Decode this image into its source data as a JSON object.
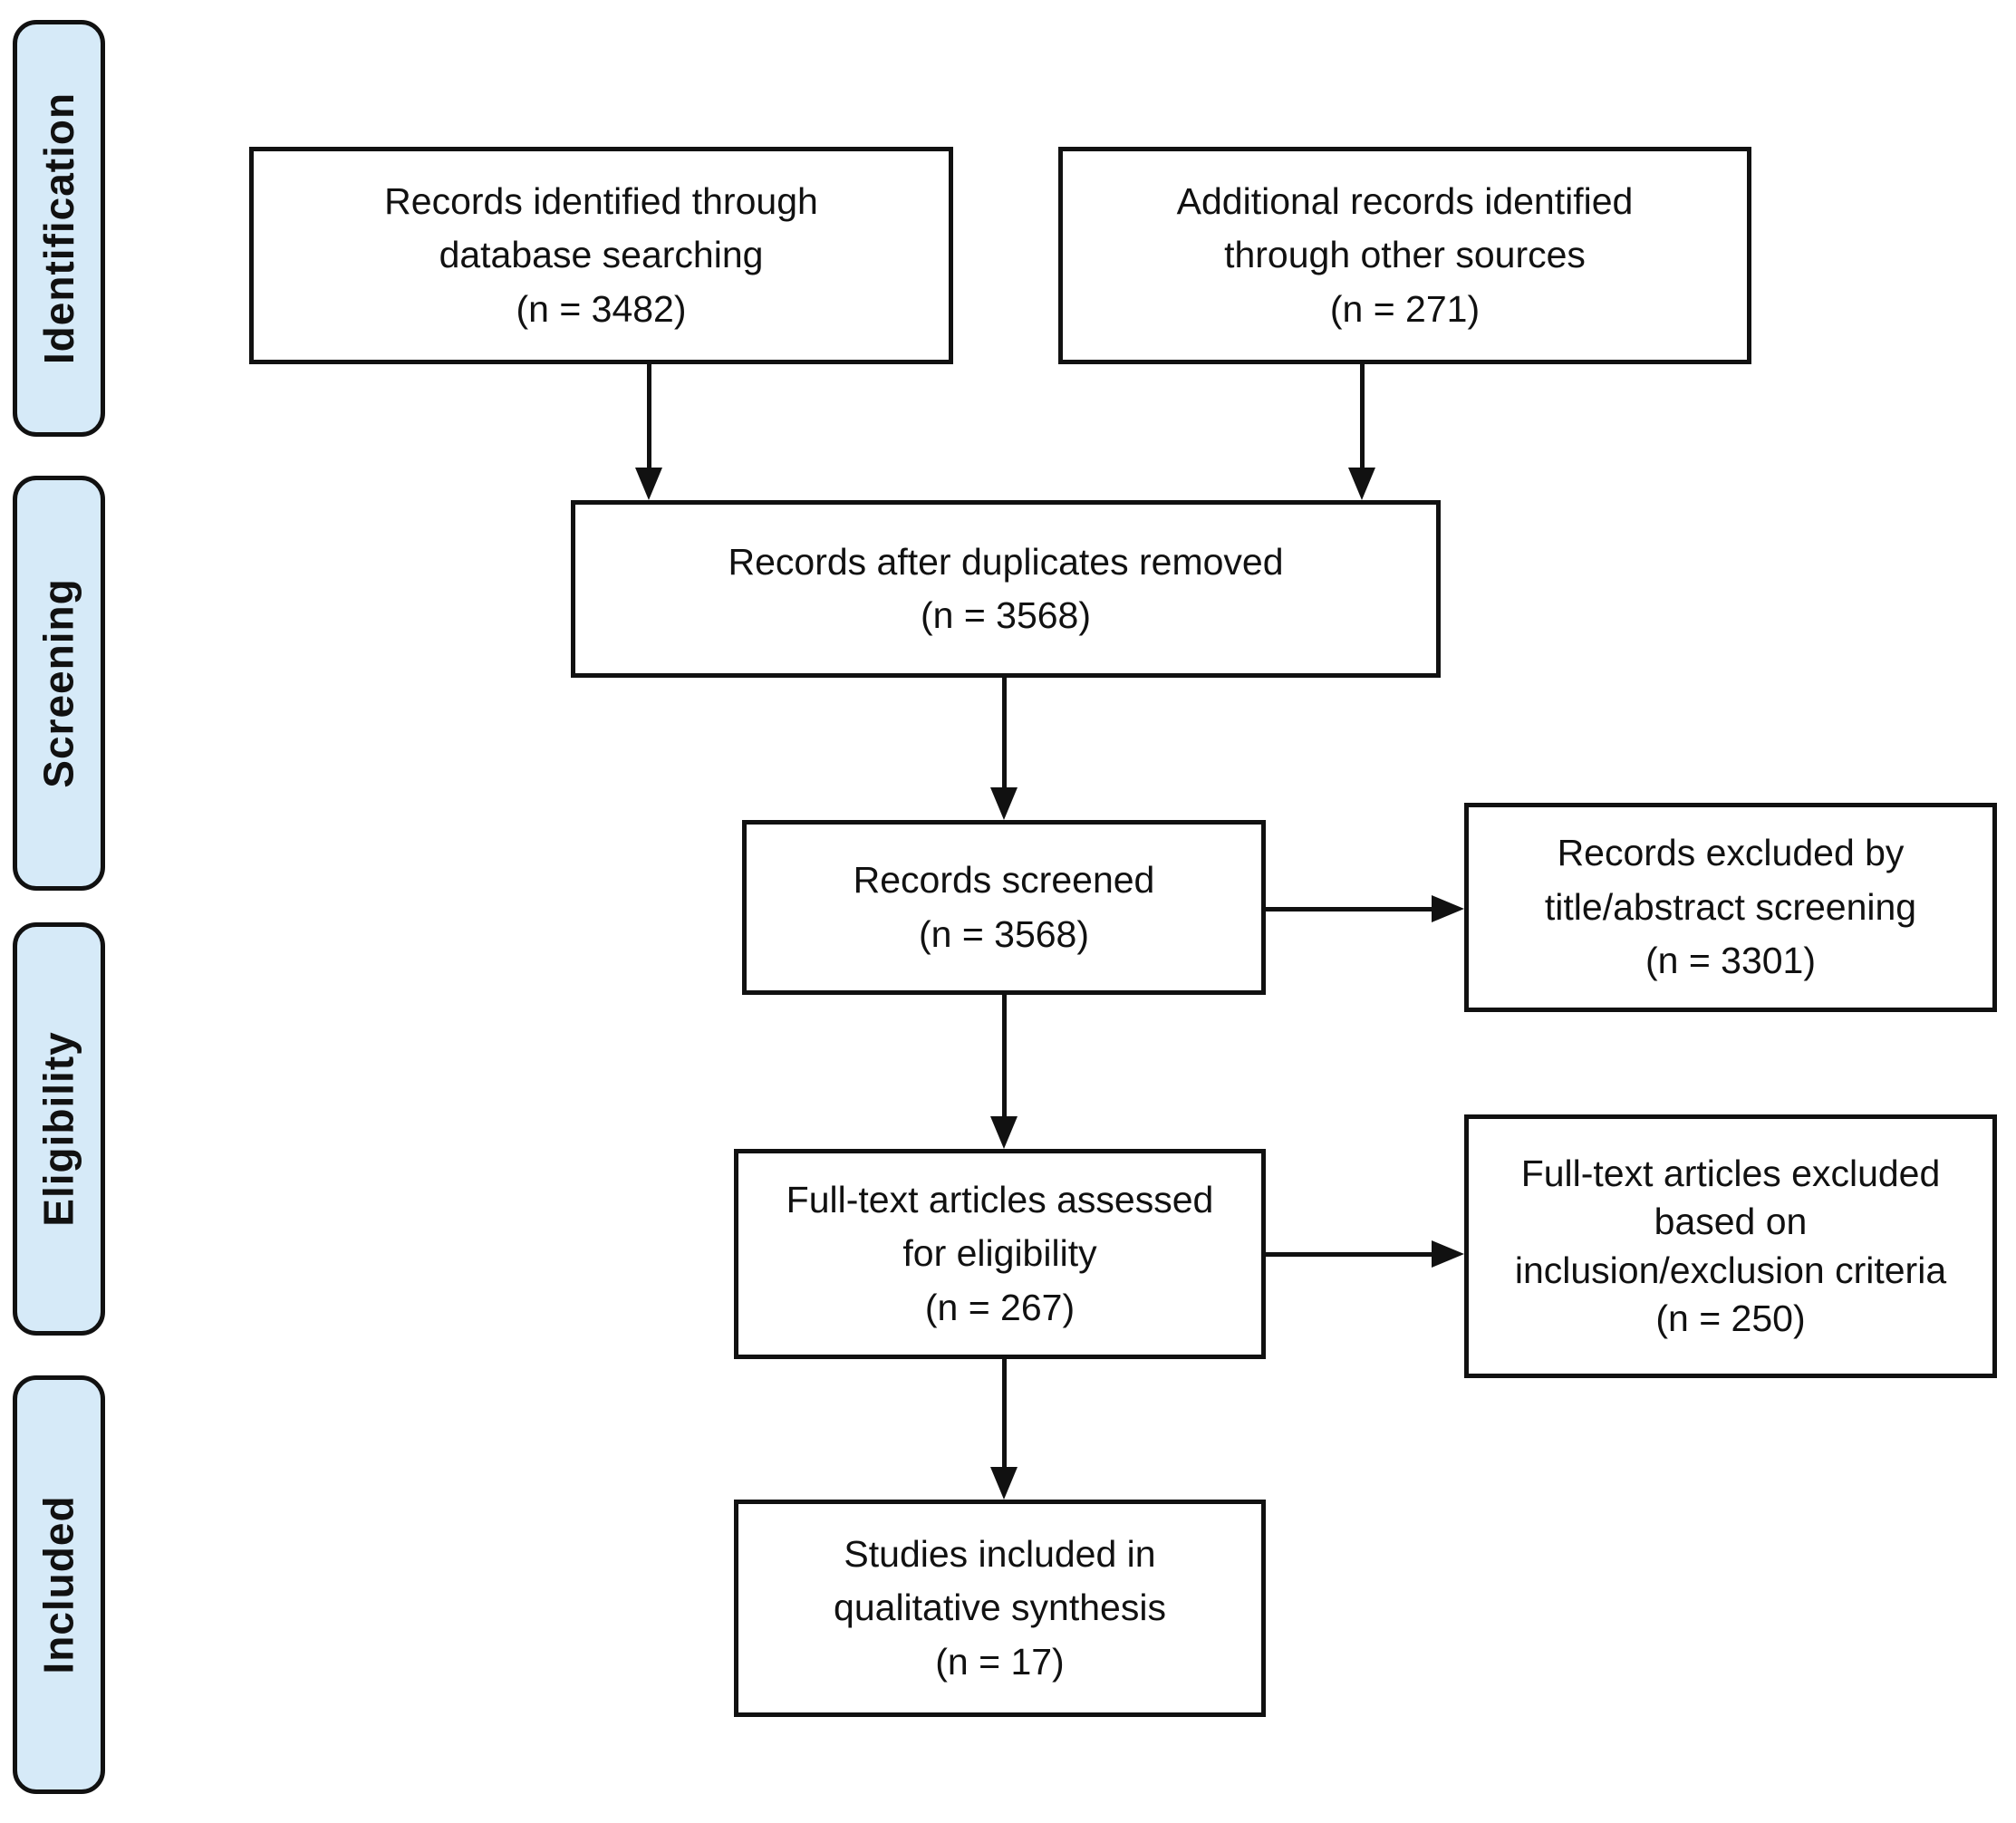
{
  "diagram": {
    "type": "prisma-flow",
    "colors": {
      "phase_fill": "#d6eaf8",
      "line": "#111111",
      "background": "#ffffff"
    },
    "phases": [
      {
        "label": "Identification"
      },
      {
        "label": "Screening"
      },
      {
        "label": "Eligibility"
      },
      {
        "label": "Included"
      }
    ],
    "boxes": [
      {
        "name": "records-identified",
        "lines": [
          "Records identified through",
          "database searching",
          "(n = 3482)"
        ]
      },
      {
        "name": "additional-records",
        "lines": [
          "Additional records identified",
          "through other sources",
          "(n = 271)"
        ]
      },
      {
        "name": "after-duplicates",
        "lines": [
          "Records after duplicates removed",
          "(n = 3568)"
        ]
      },
      {
        "name": "records-screened",
        "lines": [
          "Records screened",
          "(n = 3568)"
        ]
      },
      {
        "name": "records-excluded",
        "lines": [
          "Records excluded by",
          "title/abstract screening",
          "(n = 3301)"
        ]
      },
      {
        "name": "fulltext-assessed",
        "lines": [
          "Full-text articles assessed",
          "for eligibility",
          "(n = 267)"
        ]
      },
      {
        "name": "fulltext-excluded",
        "lines": [
          "Full-text articles excluded",
          "based on",
          "inclusion/exclusion criteria",
          "(n = 250)"
        ]
      },
      {
        "name": "studies-included",
        "lines": [
          "Studies included in",
          "qualitative synthesis",
          "(n = 17)"
        ]
      }
    ]
  }
}
